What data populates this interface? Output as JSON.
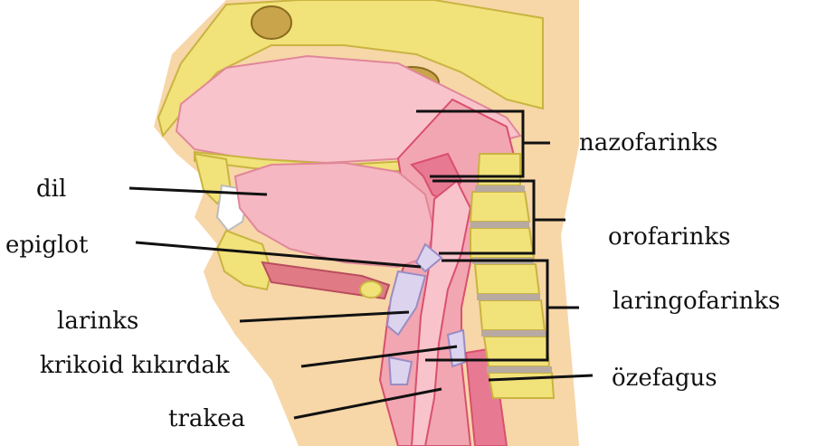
{
  "labels": {
    "nazofarinks": "nazofarinks",
    "orofarinks": "orofarinks",
    "laringofarinks": "laringofarinks",
    "ozefagus": "özefagus",
    "dil": "dil",
    "epiglot": "epiglot",
    "larinks": "larinks",
    "krikoid": "krikoid kıkırdak",
    "trakea": "trakea"
  },
  "colors": {
    "bone": "#f1e27a",
    "bone_edge": "#c9b440",
    "skin": "#f7d6a8",
    "tissue": "#f2a6b2",
    "tissue_dark": "#d9506e",
    "cavity": "#f9c3cb",
    "cartilage": "#dcd3ee",
    "disc": "#b8aaa0"
  }
}
